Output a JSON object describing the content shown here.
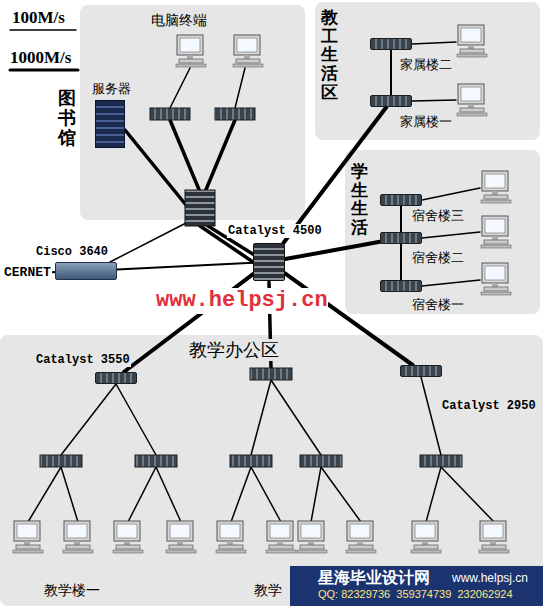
{
  "diagram": {
    "nodes": [
      {
        "text": [
          "图书馆",
          "电脑终端"
        ]
      },
      {
        "text": [
          "服务器"
        ],
        "in": 0
      },
      {
        "text": [
          "教工生活区"
        ]
      },
      {
        "text": [
          "家属楼二"
        ],
        "in": 2
      },
      {
        "text": [
          "家属楼一"
        ],
        "in": 2
      },
      {
        "text": [
          "学生生活"
        ]
      },
      {
        "text": [
          "宿舍楼三"
        ],
        "in": 5
      },
      {
        "text": [
          "宿舍楼二"
        ],
        "in": 5
      },
      {
        "text": [
          "宿舍楼一"
        ],
        "in": 5
      },
      {
        "text": [
          "Catalyst 4500"
        ]
      },
      {
        "text": [
          "Cisco 3640"
        ]
      },
      {
        "text": [
          "CERNET"
        ]
      },
      {
        "text": [
          "教学办公区"
        ]
      },
      {
        "text": [
          "Catalyst 3550"
        ],
        "in": 12
      },
      {
        "text": [
          "Catalyst 2950"
        ],
        "in": 12
      }
    ],
    "edges": [
      {
        "from": 9,
        "to": 10,
        "arrow": "none"
      },
      {
        "from": 10,
        "to": 11,
        "arrow": "none"
      },
      {
        "from": 9,
        "to": 4,
        "arrow": "none"
      },
      {
        "from": 4,
        "to": 3,
        "arrow": "none"
      },
      {
        "from": 9,
        "to": 7,
        "arrow": "none"
      },
      {
        "from": 7,
        "to": 6,
        "arrow": "none"
      },
      {
        "from": 7,
        "to": 8,
        "arrow": "none"
      },
      {
        "from": 9,
        "to": 13,
        "arrow": "none"
      },
      {
        "from": 9,
        "to": 14,
        "arrow": "none"
      }
    ],
    "labels": [
      "教学楼一",
      "教学",
      "www.helpsj.cn",
      "星海毕业设计网",
      "www.helpsj.cn",
      "QQ: 82329736  359374739  232062924"
    ],
    "legend": [
      {
        "text": "100M/s"
      },
      {
        "text": "1000M/s"
      }
    ]
  }
}
